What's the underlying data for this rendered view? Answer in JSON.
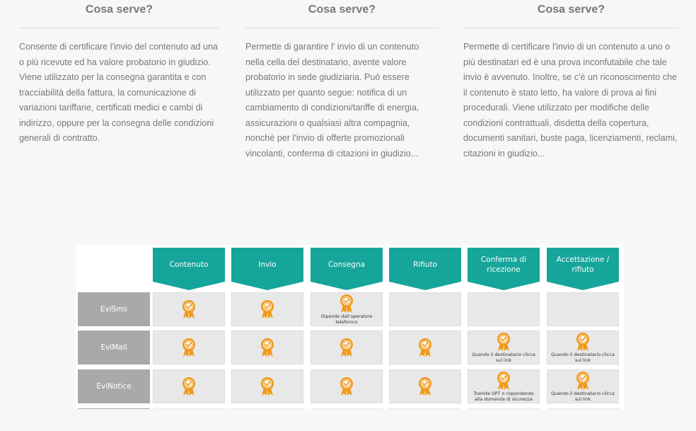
{
  "columns": [
    {
      "title": "Cosa serve?",
      "text": "Consente di certificare l'invio del contenuto ad una o più ricevute ed ha valore probatorio in giudizio. Viene utilizzato per la consegna garantita e con tracciabilità della fattura, la comunicazione di variazioni tariffarie, certificati medici e cambi di indirizzo, oppure per la consegna delle condizioni generali di contratto."
    },
    {
      "title": "Cosa serve?",
      "text": "Permette di garantire l' invio di un contenuto nella cella del destinatario, avente valore probatorio in sede giudiziaria. Può essere utilizzato per quanto segue: notifica di un cambiamento di condizioni/tariffe di energia, assicurazioni o qualsiasi altra compagnia, nonchè per l'invio di offerte promozionali vincolanti, conferma di citazioni in giudizio..."
    },
    {
      "title": "Cosa serve?",
      "text": "Permette di certificare l'invio di un contenuto a uno o più destinatari ed è una prova inconfutabile che tale invio è avvenuto. Inoltre, se c'è un riconoscimento che il contenuto è stato letto, ha valore di prova ai fini procedurali. Viene utilizzato per modifiche delle condizioni contrattuali, disdetta della copertura, documenti sanitari, buste paga, licenziamenti, reclami, citazioni in giudizio..."
    }
  ],
  "matrix": {
    "headers": [
      "Contenuto",
      "Invio",
      "Consegna",
      "Rifiuto",
      "Conferma di ricezione",
      "Accettazione / rifiuto"
    ],
    "rows": [
      {
        "label": "EviSms",
        "cells": [
          {
            "medal": true,
            "note": ""
          },
          {
            "medal": true,
            "note": ""
          },
          {
            "medal": true,
            "note": "Dipende dall'operatore telefonico"
          },
          {
            "medal": false,
            "note": ""
          },
          {
            "medal": false,
            "note": ""
          },
          {
            "medal": false,
            "note": ""
          }
        ]
      },
      {
        "label": "EviMail",
        "cells": [
          {
            "medal": true,
            "note": ""
          },
          {
            "medal": true,
            "note": ""
          },
          {
            "medal": true,
            "note": ""
          },
          {
            "medal": true,
            "note": ""
          },
          {
            "medal": true,
            "note": "Quando il destinatario clicca sul link"
          },
          {
            "medal": true,
            "note": "Quando il destinatario clicca sul link"
          }
        ]
      },
      {
        "label": "EviNotice",
        "cells": [
          {
            "medal": true,
            "note": ""
          },
          {
            "medal": true,
            "note": ""
          },
          {
            "medal": true,
            "note": ""
          },
          {
            "medal": true,
            "note": ""
          },
          {
            "medal": true,
            "note": "Tramite OPT o rispondendo alla domanda di sicurezza"
          },
          {
            "medal": true,
            "note": "Quando il destinatario clicca sul link"
          }
        ]
      }
    ],
    "colors": {
      "header": "#16a59a",
      "row_label": "#a9a9a9",
      "cell": "#e8e8e8",
      "medal": "#f09a1a"
    },
    "icons": {
      "check": "award-check-icon"
    }
  }
}
